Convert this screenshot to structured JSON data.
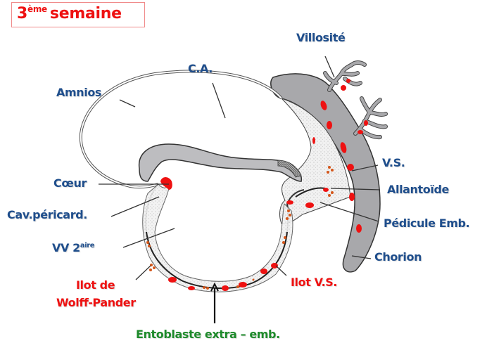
{
  "title": {
    "prefix": "3",
    "superscript": "ème",
    "suffix": "semaine"
  },
  "colors": {
    "label_blue": "#1f4e8c",
    "label_red": "#ee1111",
    "label_green": "#1d8a2a",
    "tissue_gray": "#a8a8ab",
    "blood_red": "#ee1111"
  },
  "labels": {
    "villosite": "Villosité",
    "ca": "C.A.",
    "amnios": "Amnios",
    "vs": "V.S.",
    "coeur": "Cœur",
    "allantoide": "Allantoïde",
    "cav_pericard": "Cav.péricard.",
    "pedicule_emb": "Pédicule Emb.",
    "vv": "VV 2",
    "vv_sup": "aire",
    "chorion": "Chorion",
    "ilot_wolff_line1": "Ilot de",
    "ilot_wolff_line2": "Wolff-Pander",
    "ilot_vs": "Ilot V.S.",
    "entoblaste": "Entoblaste extra – emb."
  }
}
